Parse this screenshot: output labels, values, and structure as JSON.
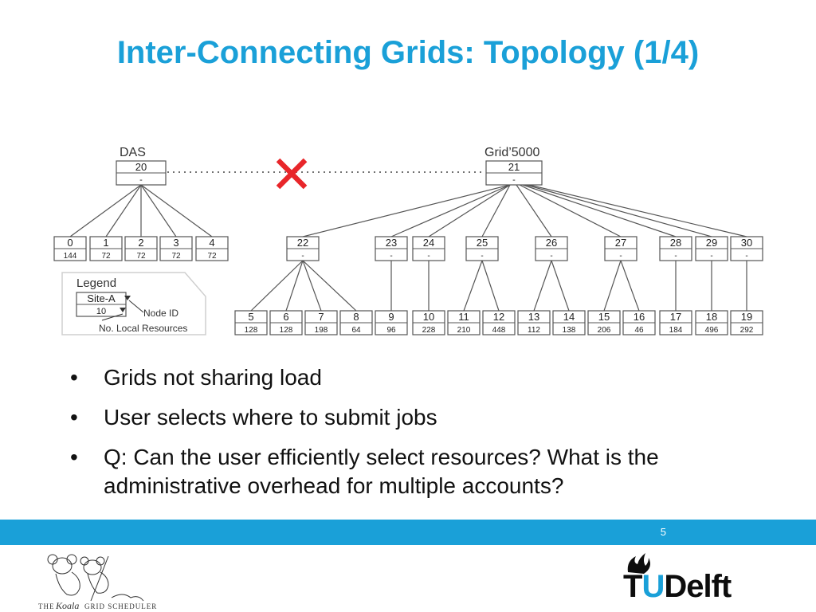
{
  "slide": {
    "title": "Inter-Connecting Grids: Topology (1/4)",
    "bullets": [
      "Grids not sharing load",
      "User selects where to submit jobs",
      "Q: Can the user efficiently select resources? What is the administrative overhead for multiple accounts?"
    ],
    "page_number": "5"
  },
  "diagram": {
    "das": {
      "label": "DAS",
      "id": "20",
      "value": "-"
    },
    "grid5000": {
      "label": "Grid’5000",
      "id": "21",
      "value": "-"
    },
    "no_link_mark": "✕",
    "das_sites": [
      {
        "id": "0",
        "value": "144"
      },
      {
        "id": "1",
        "value": "72"
      },
      {
        "id": "2",
        "value": "72"
      },
      {
        "id": "3",
        "value": "72"
      },
      {
        "id": "4",
        "value": "72"
      }
    ],
    "grid_mid": [
      {
        "id": "22",
        "value": "-"
      },
      {
        "id": "23",
        "value": "-"
      },
      {
        "id": "24",
        "value": "-"
      },
      {
        "id": "25",
        "value": "-"
      },
      {
        "id": "26",
        "value": "-"
      },
      {
        "id": "27",
        "value": "-"
      },
      {
        "id": "28",
        "value": "-"
      },
      {
        "id": "29",
        "value": "-"
      },
      {
        "id": "30",
        "value": "-"
      }
    ],
    "grid_leaves": [
      {
        "id": "5",
        "value": "128"
      },
      {
        "id": "6",
        "value": "128"
      },
      {
        "id": "7",
        "value": "198"
      },
      {
        "id": "8",
        "value": "64"
      },
      {
        "id": "9",
        "value": "96"
      },
      {
        "id": "10",
        "value": "228"
      },
      {
        "id": "11",
        "value": "210"
      },
      {
        "id": "12",
        "value": "448"
      },
      {
        "id": "13",
        "value": "112"
      },
      {
        "id": "14",
        "value": "138"
      },
      {
        "id": "15",
        "value": "206"
      },
      {
        "id": "16",
        "value": "46"
      },
      {
        "id": "17",
        "value": "184"
      },
      {
        "id": "18",
        "value": "496"
      },
      {
        "id": "19",
        "value": "292"
      }
    ],
    "legend": {
      "title": "Legend",
      "site_label": "Site-A",
      "site_value": "10",
      "node_id_label": "Node ID",
      "local_resources_label": "No. Local Resources"
    }
  },
  "footer": {
    "koala_logo_text": "The Koala Grid Scheduler",
    "tudelft_logo_text": "TUDelft",
    "colors": {
      "accent": "#1aa0d8"
    }
  }
}
